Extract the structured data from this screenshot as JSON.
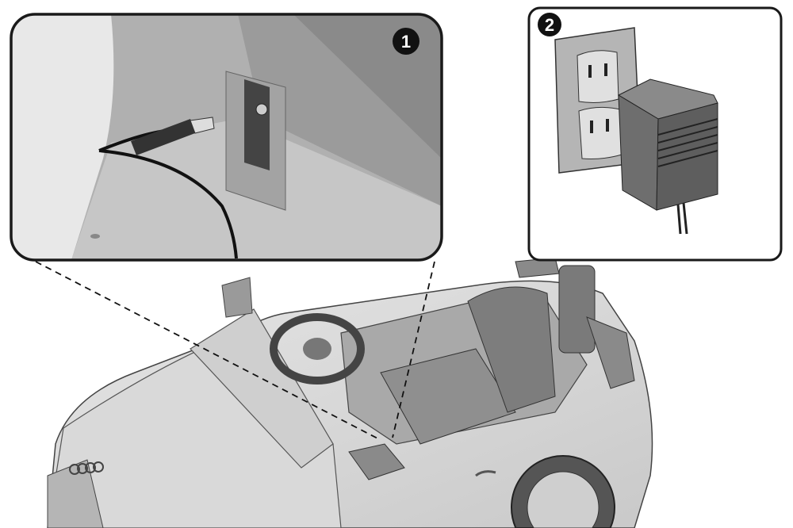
{
  "steps": [
    {
      "number": "1",
      "description_icon": "dc-plug-into-car-port"
    },
    {
      "number": "2",
      "description_icon": "wall-adapter-into-outlet"
    }
  ],
  "colors": {
    "panel_border": "#1a1a1a",
    "dark_gray": "#5a5a5a",
    "mid_gray": "#8c8c8c",
    "light_gray": "#d4d4d4",
    "background": "#ffffff"
  }
}
